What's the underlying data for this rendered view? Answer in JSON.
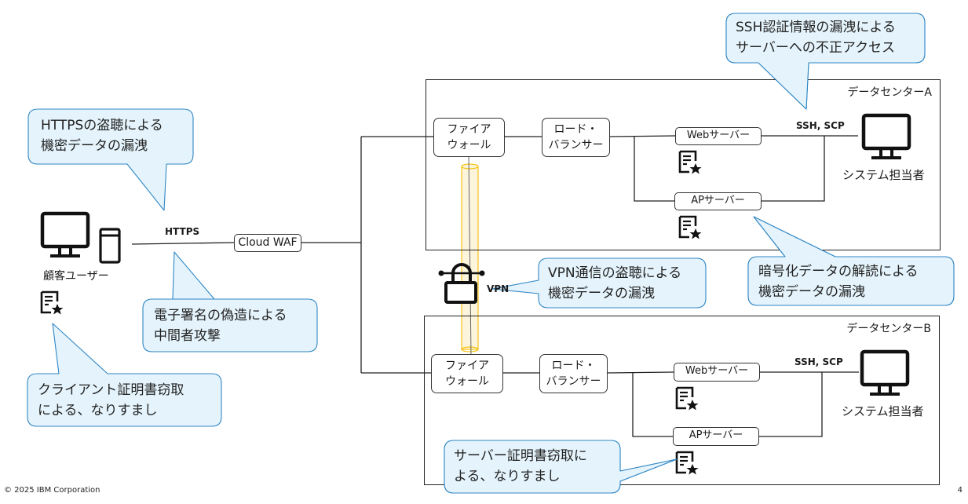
{
  "colors": {
    "callout_fill": "#e5f4fc",
    "callout_stroke": "#2f86c4",
    "vpn_tube_fill": "#fdf4dc",
    "vpn_tube_stroke": "#f5c518",
    "line": "#222222"
  },
  "customer": {
    "label": "顧客ユーザー",
    "icons": [
      "desktop-icon",
      "tower-icon",
      "certificate-icon"
    ]
  },
  "protocols": {
    "https": "HTTPS",
    "vpn": "VPN",
    "ssh_a": "SSH, SCP",
    "ssh_b": "SSH, SCP"
  },
  "cloud_waf": {
    "label": "Cloud WAF"
  },
  "datacenters": [
    {
      "label": "データセンターA",
      "firewall": [
        "ファイア",
        "ウォール"
      ],
      "load_balancer": [
        "ロード・",
        "バランサー"
      ],
      "web_server": "Webサーバー",
      "ap_server": "APサーバー",
      "admin": "システム担当者"
    },
    {
      "label": "データセンターB",
      "firewall": [
        "ファイア",
        "ウォール"
      ],
      "load_balancer": [
        "ロード・",
        "バランサー"
      ],
      "web_server": "Webサーバー",
      "ap_server": "APサーバー",
      "admin": "システム担当者"
    }
  ],
  "callouts": {
    "https_eavesdrop": [
      "HTTPSの盗聴による",
      "機密データの漏洩"
    ],
    "mitm": [
      "電子署名の偽造による",
      "中間者攻撃"
    ],
    "client_cert": [
      "クライアント証明書窃取",
      "による、なりすまし"
    ],
    "ssh_leak": [
      "SSH認証情報の漏洩による",
      "サーバーへの不正アクセス"
    ],
    "decrypt": [
      "暗号化データの解読による",
      "機密データの漏洩"
    ],
    "vpn_eavesdrop": [
      "VPN通信の盗聴による",
      "機密データの漏洩"
    ],
    "server_cert": [
      "サーバー証明書窃取に",
      "よる、なりすまし"
    ]
  },
  "footer": {
    "copyright": "© 2025 IBM Corporation",
    "page_number": "4"
  }
}
